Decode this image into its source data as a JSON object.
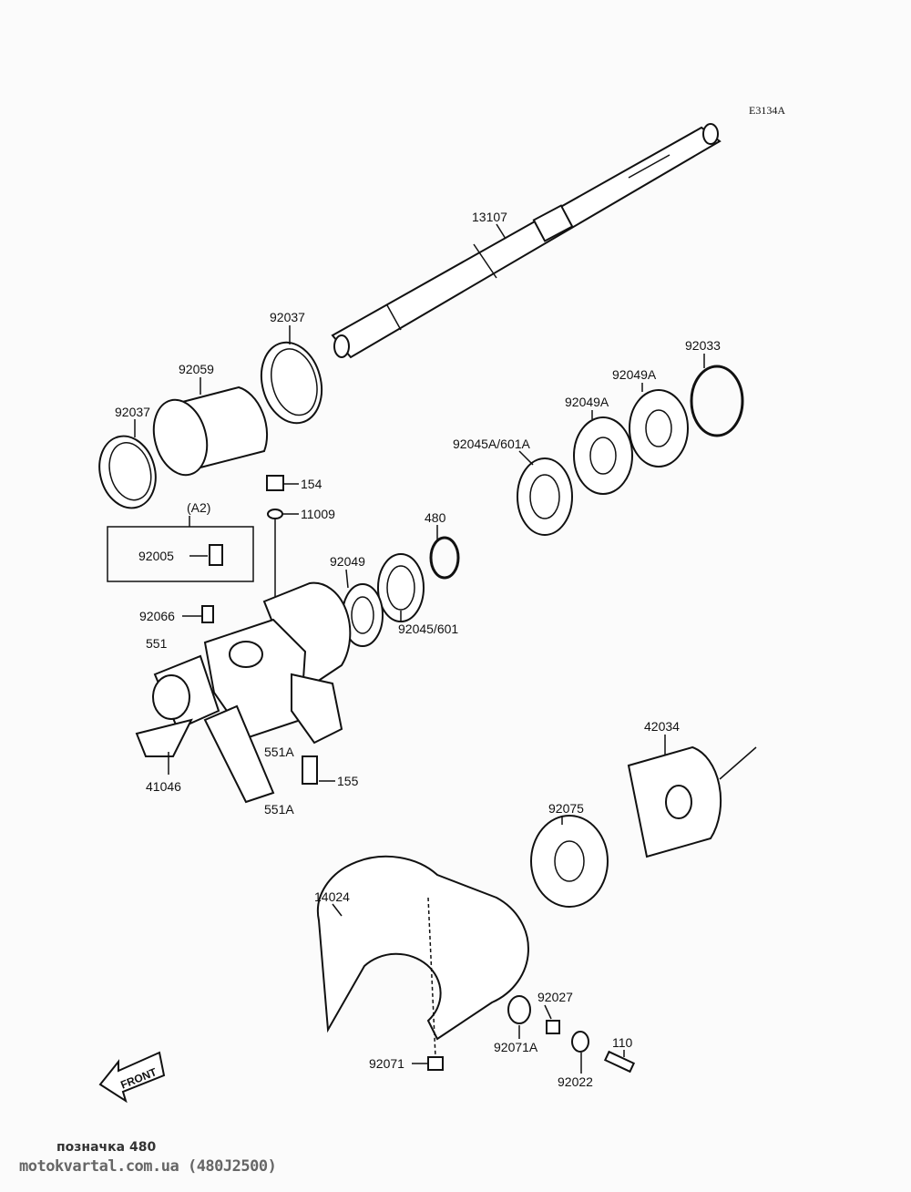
{
  "diagram": {
    "code": "E3134A",
    "labels": {
      "p13107": "13107",
      "p92037a": "92037",
      "p92059": "92059",
      "p92037b": "92037",
      "p92033": "92033",
      "p92049A1": "92049A",
      "p92049A2": "92049A",
      "p92045A": "92045A/601A",
      "p154": "154",
      "p11009": "11009",
      "a2": "(A2)",
      "p92005": "92005",
      "p480": "480",
      "p92049": "92049",
      "p92045": "92045/601",
      "p92066": "92066",
      "p551": "551",
      "p551A1": "551A",
      "p41046": "41046",
      "p155": "155",
      "p551A2": "551A",
      "p42034": "42034",
      "p92075": "92075",
      "p14024": "14024",
      "p92027": "92027",
      "p92071A": "92071A",
      "p110": "110",
      "p92071": "92071",
      "p92022": "92022"
    },
    "front_arrow": "FRONT"
  },
  "footer": {
    "note": "позначка 480",
    "site": "motokvartal.com.ua (480J2500)"
  }
}
